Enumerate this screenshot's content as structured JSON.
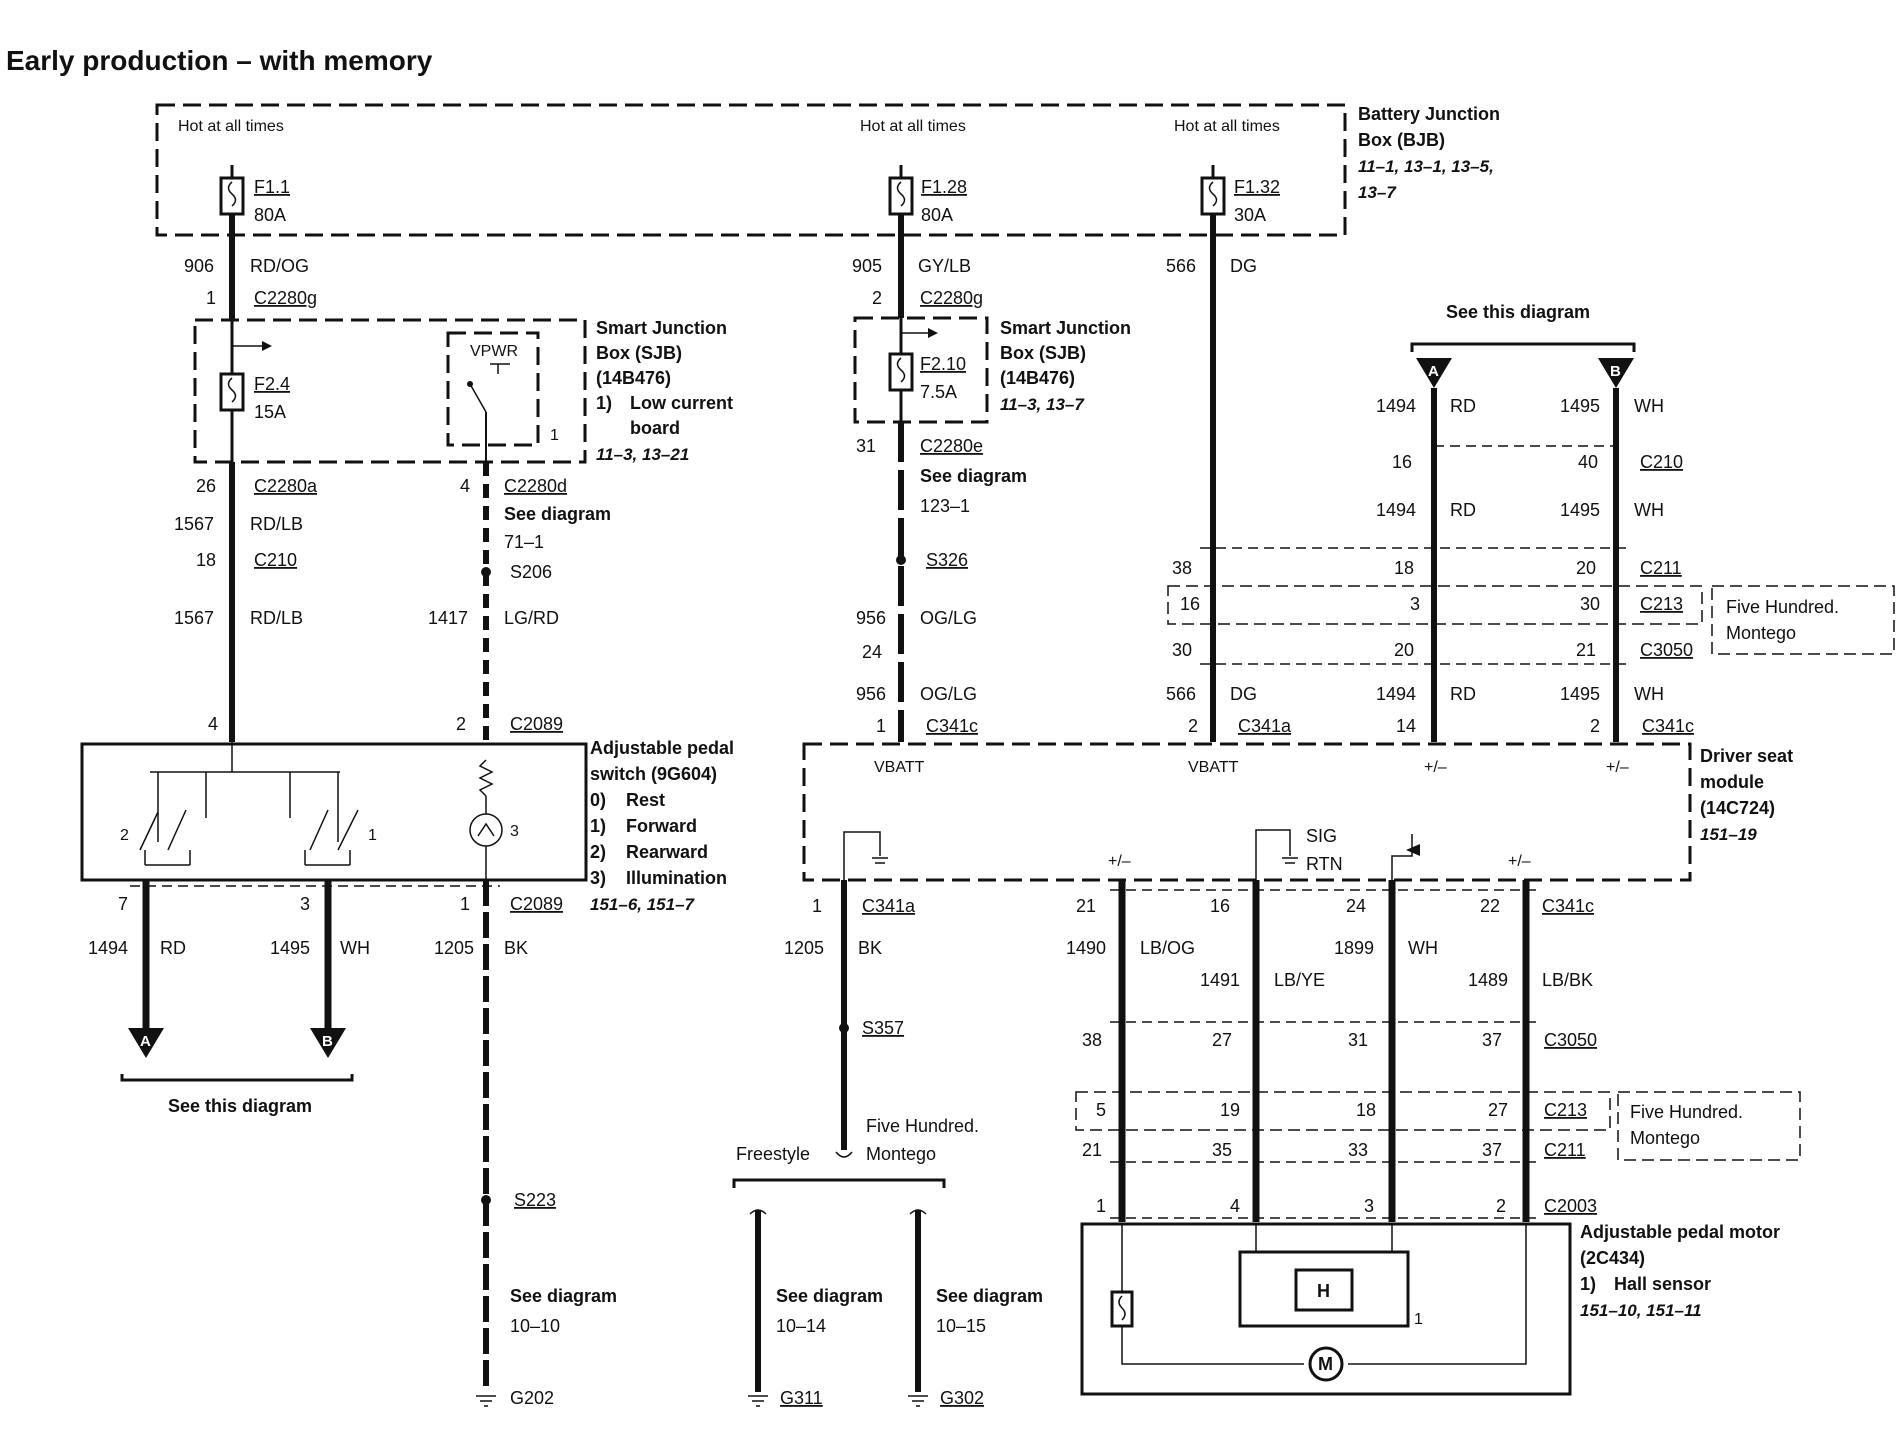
{
  "title": "Early production – with memory",
  "hot": "Hot at all times",
  "bjb": {
    "line1": "Battery Junction",
    "line2": "Box (BJB)",
    "ref1": "11–1, 13–1, 13–5,",
    "ref2": "13–7"
  },
  "fuses": {
    "f1_1": {
      "id": "F1.1",
      "amp": "80A"
    },
    "f1_28": {
      "id": "F1.28",
      "amp": "80A"
    },
    "f1_32": {
      "id": "F1.32",
      "amp": "30A"
    },
    "f2_4": {
      "id": "F2.4",
      "amp": "15A"
    },
    "f2_10": {
      "id": "F2.10",
      "amp": "7.5A"
    }
  },
  "sjb": {
    "l1": "Smart Junction",
    "l2": "Box (SJB)",
    "l3": "(14B476)",
    "n1": "1)",
    "t1": "Low current",
    "t2": "board",
    "ref": "11–3, 13–21",
    "ref2": "11–3, 13–7",
    "vpwr": "VPWR",
    "one": "1"
  },
  "see_this": "See this diagram",
  "see_diagram": "See diagram",
  "refs": {
    "r71": "71–1",
    "r123": "123–1",
    "r1010": "10–10",
    "r1014": "10–14",
    "r1015": "10–15"
  },
  "connectors": {
    "c2280g": "C2280g",
    "c2280a": "C2280a",
    "c2280d": "C2280d",
    "c2280e": "C2280e",
    "c210": "C210",
    "c2089": "C2089",
    "c211": "C211",
    "c213": "C213",
    "c3050": "C3050",
    "c341c": "C341c",
    "c341a": "C341a",
    "c2003": "C2003"
  },
  "splices": {
    "s206": "S206",
    "s326": "S326",
    "s357": "S357",
    "s223": "S223"
  },
  "grounds": {
    "g202": "G202",
    "g311": "G311",
    "g302": "G302"
  },
  "circuits": {
    "n906": "906",
    "c906": "RD/OG",
    "n905": "905",
    "c905": "GY/LB",
    "n566": "566",
    "c566": "DG",
    "n1567": "1567",
    "c1567": "RD/LB",
    "n1417": "1417",
    "c1417": "LG/RD",
    "n956": "956",
    "c956": "OG/LG",
    "n1494": "1494",
    "c1494": "RD",
    "n1495": "1495",
    "c1495": "WH",
    "n1205": "1205",
    "c1205": "BK",
    "n1490": "1490",
    "c1490": "LB/OG",
    "n1491": "1491",
    "c1491": "LB/YE",
    "n1899": "1899",
    "c1899": "WH",
    "n1489": "1489",
    "c1489": "LB/BK"
  },
  "pins": {
    "p1": "1",
    "p2": "2",
    "p3": "3",
    "p4": "4",
    "p5": "5",
    "p7": "7",
    "p14": "14",
    "p16": "16",
    "p18": "18",
    "p19": "19",
    "p20": "20",
    "p21": "21",
    "p22": "22",
    "p24": "24",
    "p26": "26",
    "p27": "27",
    "p30": "30",
    "p31": "31",
    "p33": "33",
    "p35": "35",
    "p37": "37",
    "p38": "38",
    "p40": "40"
  },
  "pedal_switch": {
    "l1": "Adjustable pedal",
    "l2": "switch (9G604)",
    "s0n": "0)",
    "s0": "Rest",
    "s1n": "1)",
    "s1": "Forward",
    "s2n": "2)",
    "s2": "Rearward",
    "s3n": "3)",
    "s3": "Illumination",
    "ref": "151–6, 151–7"
  },
  "dsm": {
    "l1": "Driver seat",
    "l2": "module",
    "l3": "(14C724)",
    "ref": "151–19",
    "vbatt": "VBATT",
    "pm": "+/–",
    "sig": "SIG",
    "rtn": "RTN"
  },
  "five": {
    "l1": "Five Hundred.",
    "l2": "Montego",
    "freestyle": "Freestyle"
  },
  "motor": {
    "l1": "Adjustable pedal motor",
    "l2": "(2C434)",
    "n1": "1)",
    "t1": "Hall sensor",
    "ref": "151–10, 151–11",
    "h": "H",
    "m": "M"
  },
  "markers": {
    "a": "A",
    "b": "B"
  }
}
